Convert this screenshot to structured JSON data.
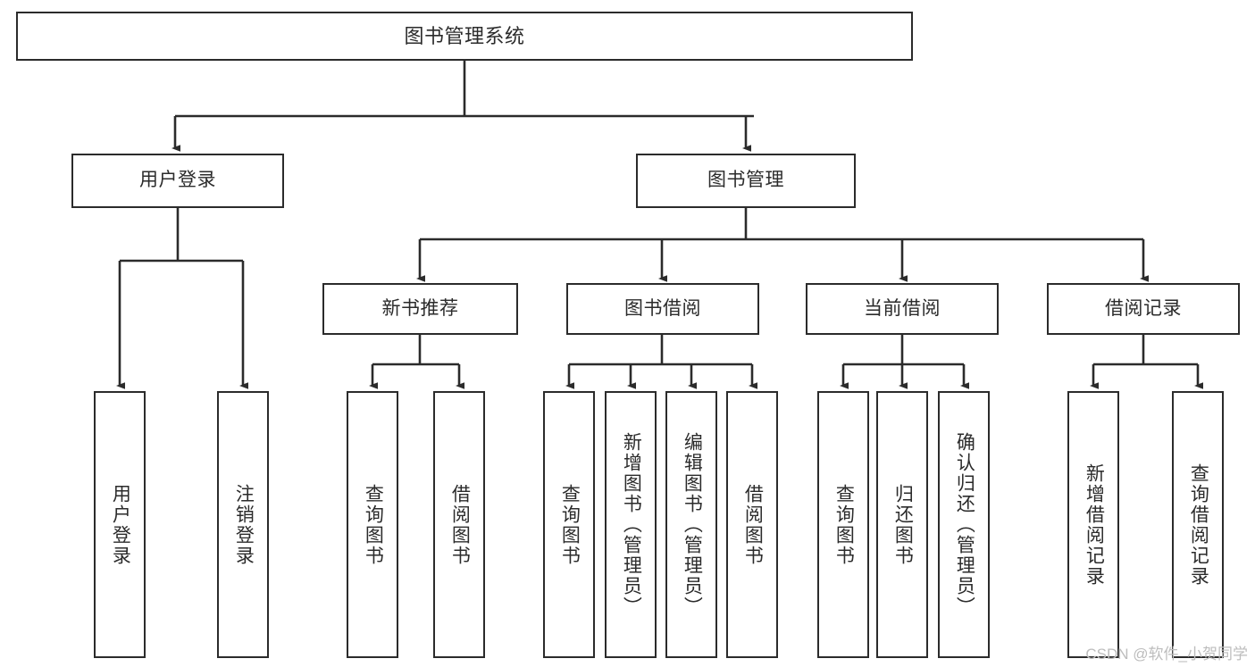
{
  "diagram": {
    "title": "图书管理系统",
    "watermark": "CSDN @软件_小贺同学",
    "colors": {
      "line": "#2b2b2b",
      "box_fill": "#ffffff",
      "text": "#2b2b2b",
      "background": "#ffffff",
      "watermark": "#bdbdbd"
    },
    "levels": {
      "root": {
        "label": "图书管理系统"
      },
      "level2": [
        {
          "label": "用户登录"
        },
        {
          "label": "图书管理"
        }
      ],
      "level3": [
        {
          "label": "新书推荐"
        },
        {
          "label": "图书借阅"
        },
        {
          "label": "当前借阅"
        },
        {
          "label": "借阅记录"
        }
      ],
      "leaves": {
        "user_login": [
          {
            "label": "用户登录"
          },
          {
            "label": "注销登录"
          }
        ],
        "new_book_recommend": [
          {
            "label": "查询图书"
          },
          {
            "label": "借阅图书"
          }
        ],
        "book_borrow": [
          {
            "label": "查询图书"
          },
          {
            "label": "新增图书（管理员）"
          },
          {
            "label": "编辑图书（管理员）"
          },
          {
            "label": "借阅图书"
          }
        ],
        "current_borrow": [
          {
            "label": "查询图书"
          },
          {
            "label": "归还图书"
          },
          {
            "label": "确认归还（管理员）"
          }
        ],
        "borrow_record": [
          {
            "label": "新增借阅记录"
          },
          {
            "label": "查询借阅记录"
          }
        ]
      }
    }
  }
}
